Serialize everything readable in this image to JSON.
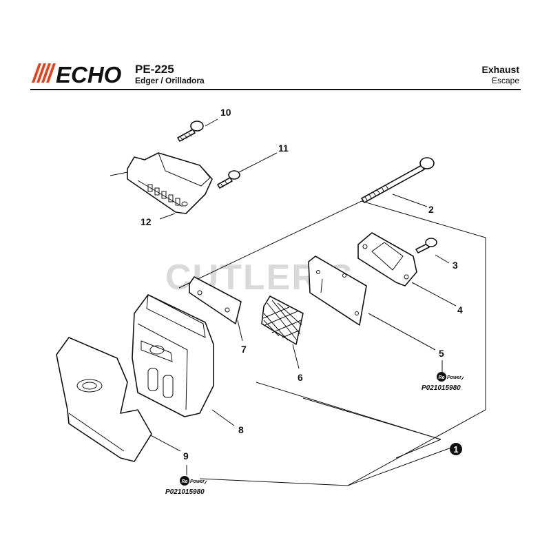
{
  "header": {
    "brand": "ECHO",
    "model": "PE-225",
    "model_desc": "Edger / Orilladora",
    "section_en": "Exhaust",
    "section_es": "Escape"
  },
  "watermark": "CUTLER'S",
  "callouts": [
    "10",
    "11",
    "12",
    "2",
    "3",
    "4",
    "5",
    "6",
    "7",
    "8",
    "9",
    "1"
  ],
  "repower": [
    {
      "brand_re": "Re",
      "brand_power": "Power",
      "part_number": "P021015980"
    },
    {
      "brand_re": "Re",
      "brand_power": "Power",
      "part_number": "P021015980"
    }
  ],
  "colors": {
    "brand": "#e8401c",
    "ink": "#111111",
    "watermark": "#d9d9d9"
  }
}
